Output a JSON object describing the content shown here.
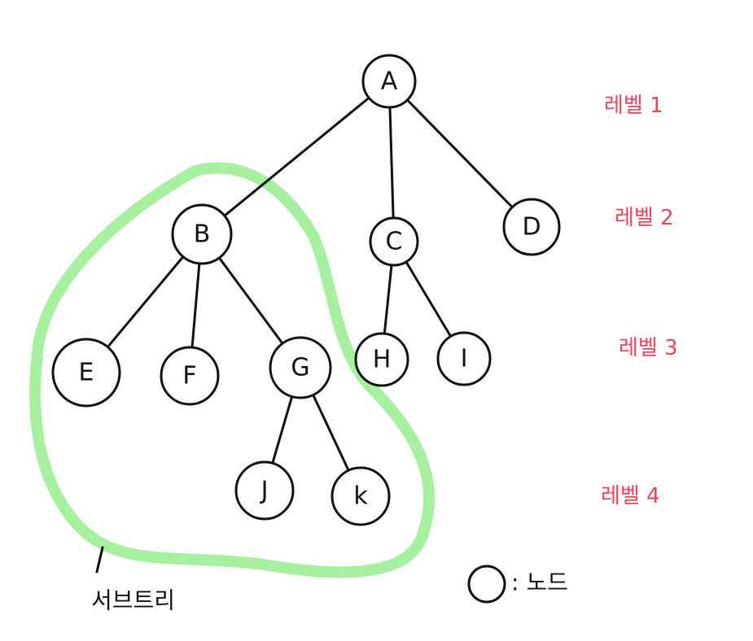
{
  "diagram": {
    "nodes": [
      {
        "id": "A",
        "label": "A"
      },
      {
        "id": "B",
        "label": "B"
      },
      {
        "id": "C",
        "label": "C"
      },
      {
        "id": "D",
        "label": "D"
      },
      {
        "id": "E",
        "label": "E"
      },
      {
        "id": "F",
        "label": "F"
      },
      {
        "id": "G",
        "label": "G"
      },
      {
        "id": "H",
        "label": "H"
      },
      {
        "id": "I",
        "label": "I"
      },
      {
        "id": "J",
        "label": "J"
      },
      {
        "id": "K",
        "label": "k"
      }
    ],
    "edges": [
      [
        "A",
        "B"
      ],
      [
        "A",
        "C"
      ],
      [
        "A",
        "D"
      ],
      [
        "B",
        "E"
      ],
      [
        "B",
        "F"
      ],
      [
        "B",
        "G"
      ],
      [
        "C",
        "H"
      ],
      [
        "C",
        "I"
      ],
      [
        "G",
        "J"
      ],
      [
        "G",
        "K"
      ]
    ],
    "levels": [
      "레벨 1",
      "레벨 2",
      "레벨 3",
      "레벨 4"
    ],
    "subtree_label": "서브트리",
    "legend_label": ": 노드",
    "colors": {
      "subtree_outline": "#a6f0a0",
      "level_text": "#f0405a",
      "ink": "#111111"
    }
  }
}
